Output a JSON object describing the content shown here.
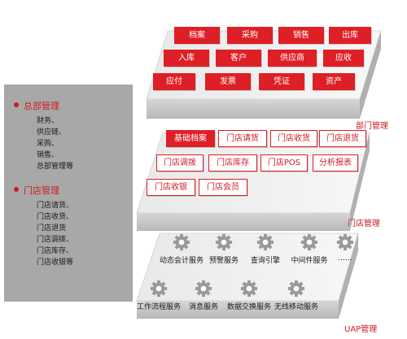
{
  "left_panel": {
    "section1": {
      "title": "总部管理",
      "items": [
        "财务、",
        "供应链、",
        "采购、",
        "销售、",
        "总部管理等"
      ]
    },
    "section2": {
      "title": "门店管理",
      "items": [
        "门店请货、",
        "门店收货、",
        "门店退货",
        "门店调拨、",
        "门店库存、",
        "门店收银等"
      ]
    }
  },
  "dept_layer": {
    "label": "部门管理",
    "buttons": [
      "档案",
      "采购",
      "销售",
      "出库",
      "入库",
      "客户",
      "供应商",
      "应收",
      "应付",
      "发票",
      "凭证",
      "资产"
    ]
  },
  "store_layer": {
    "label": "门店管理",
    "buttons": [
      "基础档案",
      "门店请货",
      "门店收货",
      "门店退货",
      "门店调拨",
      "门店库存",
      "门店POS",
      "分析报表",
      "门店收银",
      "门店会员"
    ]
  },
  "uap_layer": {
    "label": "UAP管理",
    "row1": [
      "动态会计服务",
      "预警服务",
      "查询引擎",
      "中间件服务",
      "......"
    ],
    "row2": [
      "工作流程服务",
      "消息服务",
      "数据交换服务",
      "无线移动服务"
    ]
  },
  "colors": {
    "accent": "#de1f26",
    "panel": "#a8a8a8",
    "platform_top": "#f2f2f2",
    "platform_side": "#c4c4c4",
    "gear": "#9a9a9a"
  }
}
